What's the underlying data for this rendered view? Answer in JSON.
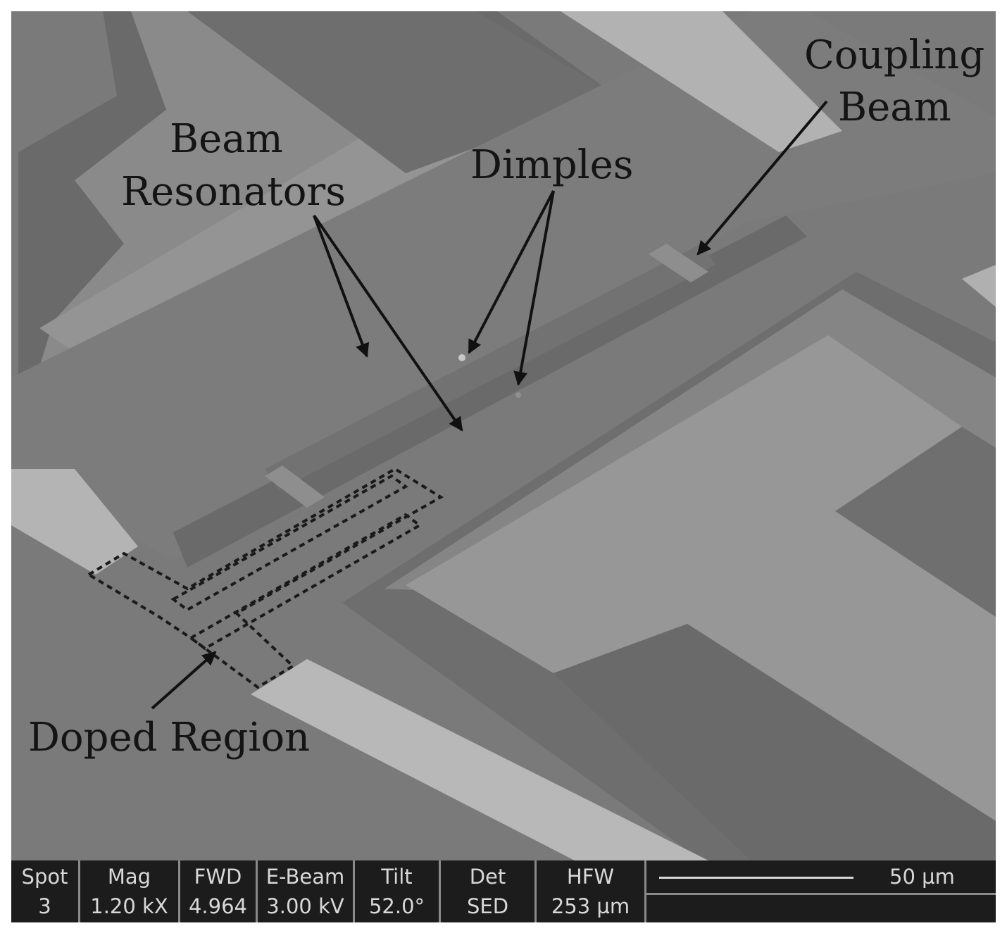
{
  "labels": {
    "beam_resonators_1": "Beam",
    "beam_resonators_2": "Resonators",
    "dimples": "Dimples",
    "coupling_beam_1": "Coupling",
    "coupling_beam_2": "Beam",
    "doped_region": "Doped Region"
  },
  "sem_databar": {
    "spot_label": "Spot",
    "spot_value": "3",
    "mag_label": "Mag",
    "mag_value": "1.20 kX",
    "fwd_label": "FWD",
    "fwd_value": "4.964",
    "ebeam_label": "E-Beam",
    "ebeam_value": "3.00 kV",
    "tilt_label": "Tilt",
    "tilt_value": "52.0°",
    "det_label": "Det",
    "det_value": "SED",
    "hfw_label": "HFW",
    "hfw_value": "253 µm",
    "scale_label": "50 µm"
  }
}
